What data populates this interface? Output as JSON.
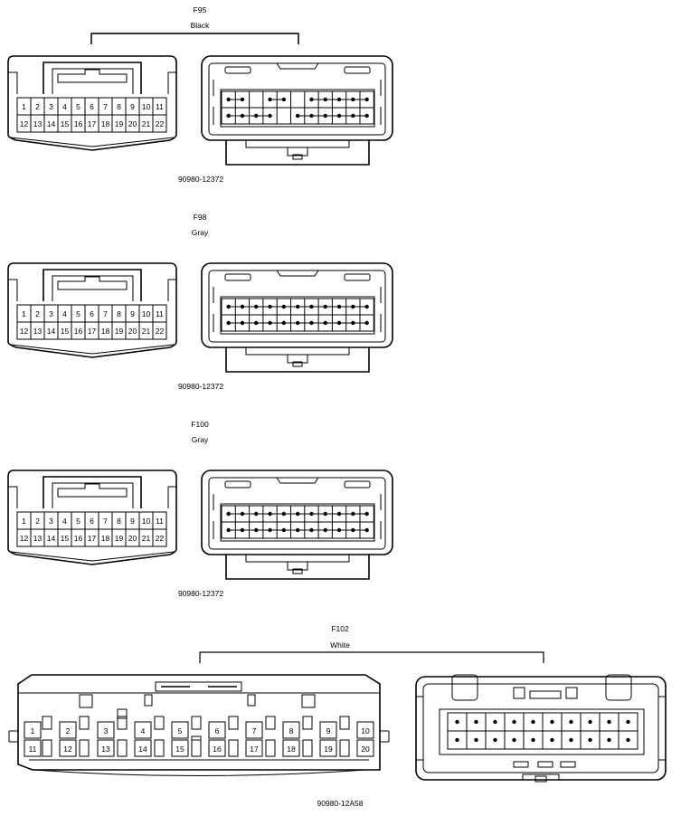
{
  "connectors": [
    {
      "code": "F95",
      "color": "Black",
      "part_number": "90980-12372",
      "variant": "dots_mixed",
      "pins_top": [
        "1",
        "2",
        "3",
        "4",
        "5",
        "6",
        "7",
        "8",
        "9",
        "10",
        "11"
      ],
      "pins_bottom": [
        "12",
        "13",
        "14",
        "15",
        "16",
        "17",
        "18",
        "19",
        "20",
        "21",
        "22"
      ]
    },
    {
      "code": "F98",
      "color": "Gray",
      "part_number": "90980-12372",
      "variant": "dots_full",
      "pins_top": [
        "1",
        "2",
        "3",
        "4",
        "5",
        "6",
        "7",
        "8",
        "9",
        "10",
        "11"
      ],
      "pins_bottom": [
        "12",
        "13",
        "14",
        "15",
        "16",
        "17",
        "18",
        "19",
        "20",
        "21",
        "22"
      ]
    },
    {
      "code": "F100",
      "color": "Gray",
      "part_number": "90980-12372",
      "variant": "dots_full",
      "pins_top": [
        "1",
        "2",
        "3",
        "4",
        "5",
        "6",
        "7",
        "8",
        "9",
        "10",
        "11"
      ],
      "pins_bottom": [
        "12",
        "13",
        "14",
        "15",
        "16",
        "17",
        "18",
        "19",
        "20",
        "21",
        "22"
      ]
    }
  ],
  "connector_large": {
    "code": "F102",
    "color": "White",
    "part_number": "90980-12A58",
    "pins_top": [
      "1",
      "2",
      "3",
      "4",
      "5",
      "6",
      "7",
      "8",
      "9",
      "10"
    ],
    "pins_bottom": [
      "11",
      "12",
      "13",
      "14",
      "15",
      "16",
      "17",
      "18",
      "19",
      "20"
    ]
  }
}
